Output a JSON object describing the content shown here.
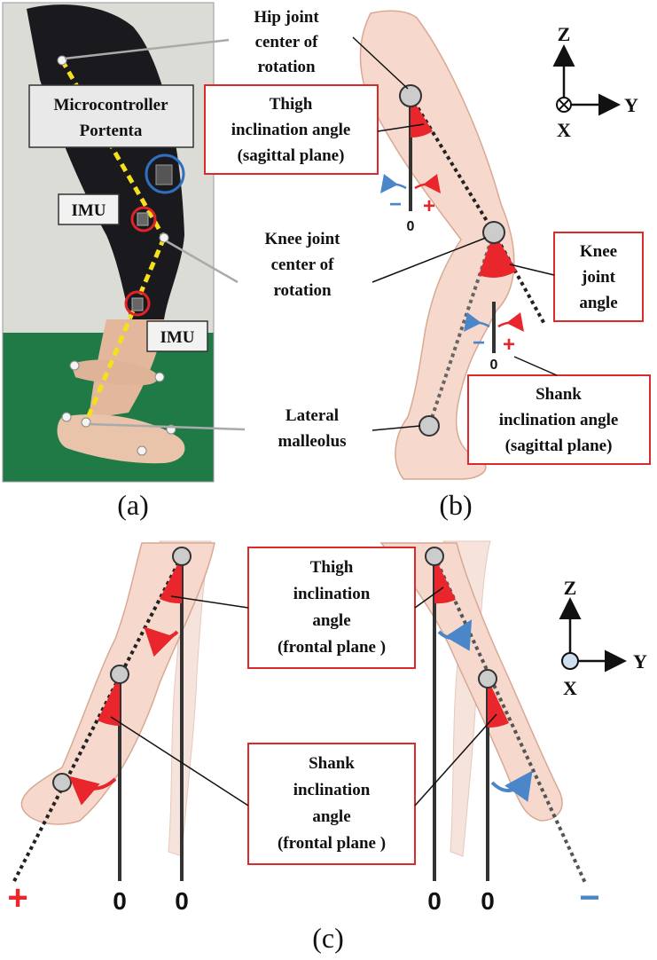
{
  "panel_a": {
    "caption": "(a)",
    "labels": {
      "microcontroller_line1": "Microcontroller",
      "microcontroller_line2": "Portenta",
      "imu_upper": "IMU",
      "imu_lower": "IMU"
    }
  },
  "panel_b": {
    "caption": "(b)",
    "hip_label": [
      "Hip joint",
      "center of",
      "rotation"
    ],
    "thigh_label": [
      "Thigh",
      "inclination angle",
      "(sagittal plane)"
    ],
    "knee_center_label": [
      "Knee joint",
      "center of",
      "rotation"
    ],
    "knee_angle_label": [
      "Knee",
      "joint",
      "angle"
    ],
    "malleolus_label": [
      "Lateral",
      "malleolus"
    ],
    "shank_label": [
      "Shank",
      "inclination angle",
      "(sagittal plane)"
    ],
    "axes": {
      "z": "Z",
      "y": "Y",
      "x": "X"
    },
    "signs": {
      "minus": "−",
      "plus": "+"
    },
    "zero": "0"
  },
  "panel_c": {
    "caption": "(c)",
    "thigh_label": [
      "Thigh",
      "inclination",
      "angle",
      "(frontal plane )"
    ],
    "shank_label": [
      "Shank",
      "inclination",
      "angle",
      "(frontal plane )"
    ],
    "axes": {
      "z": "Z",
      "y": "Y",
      "x": "X"
    },
    "signs": {
      "plus": "+",
      "minus": "−"
    },
    "zero": "0"
  },
  "colors": {
    "skin": "#f6d9cc",
    "skin_stroke": "#d9a894",
    "red_box": "#d92b2b",
    "angle_red": "#e8262b",
    "arrow_blue": "#4a86c8",
    "joint_fill": "#cccccc",
    "floor_green": "#1f7a45",
    "wall": "#dcdcd6",
    "highlight_yellow": "#f5e11a"
  }
}
